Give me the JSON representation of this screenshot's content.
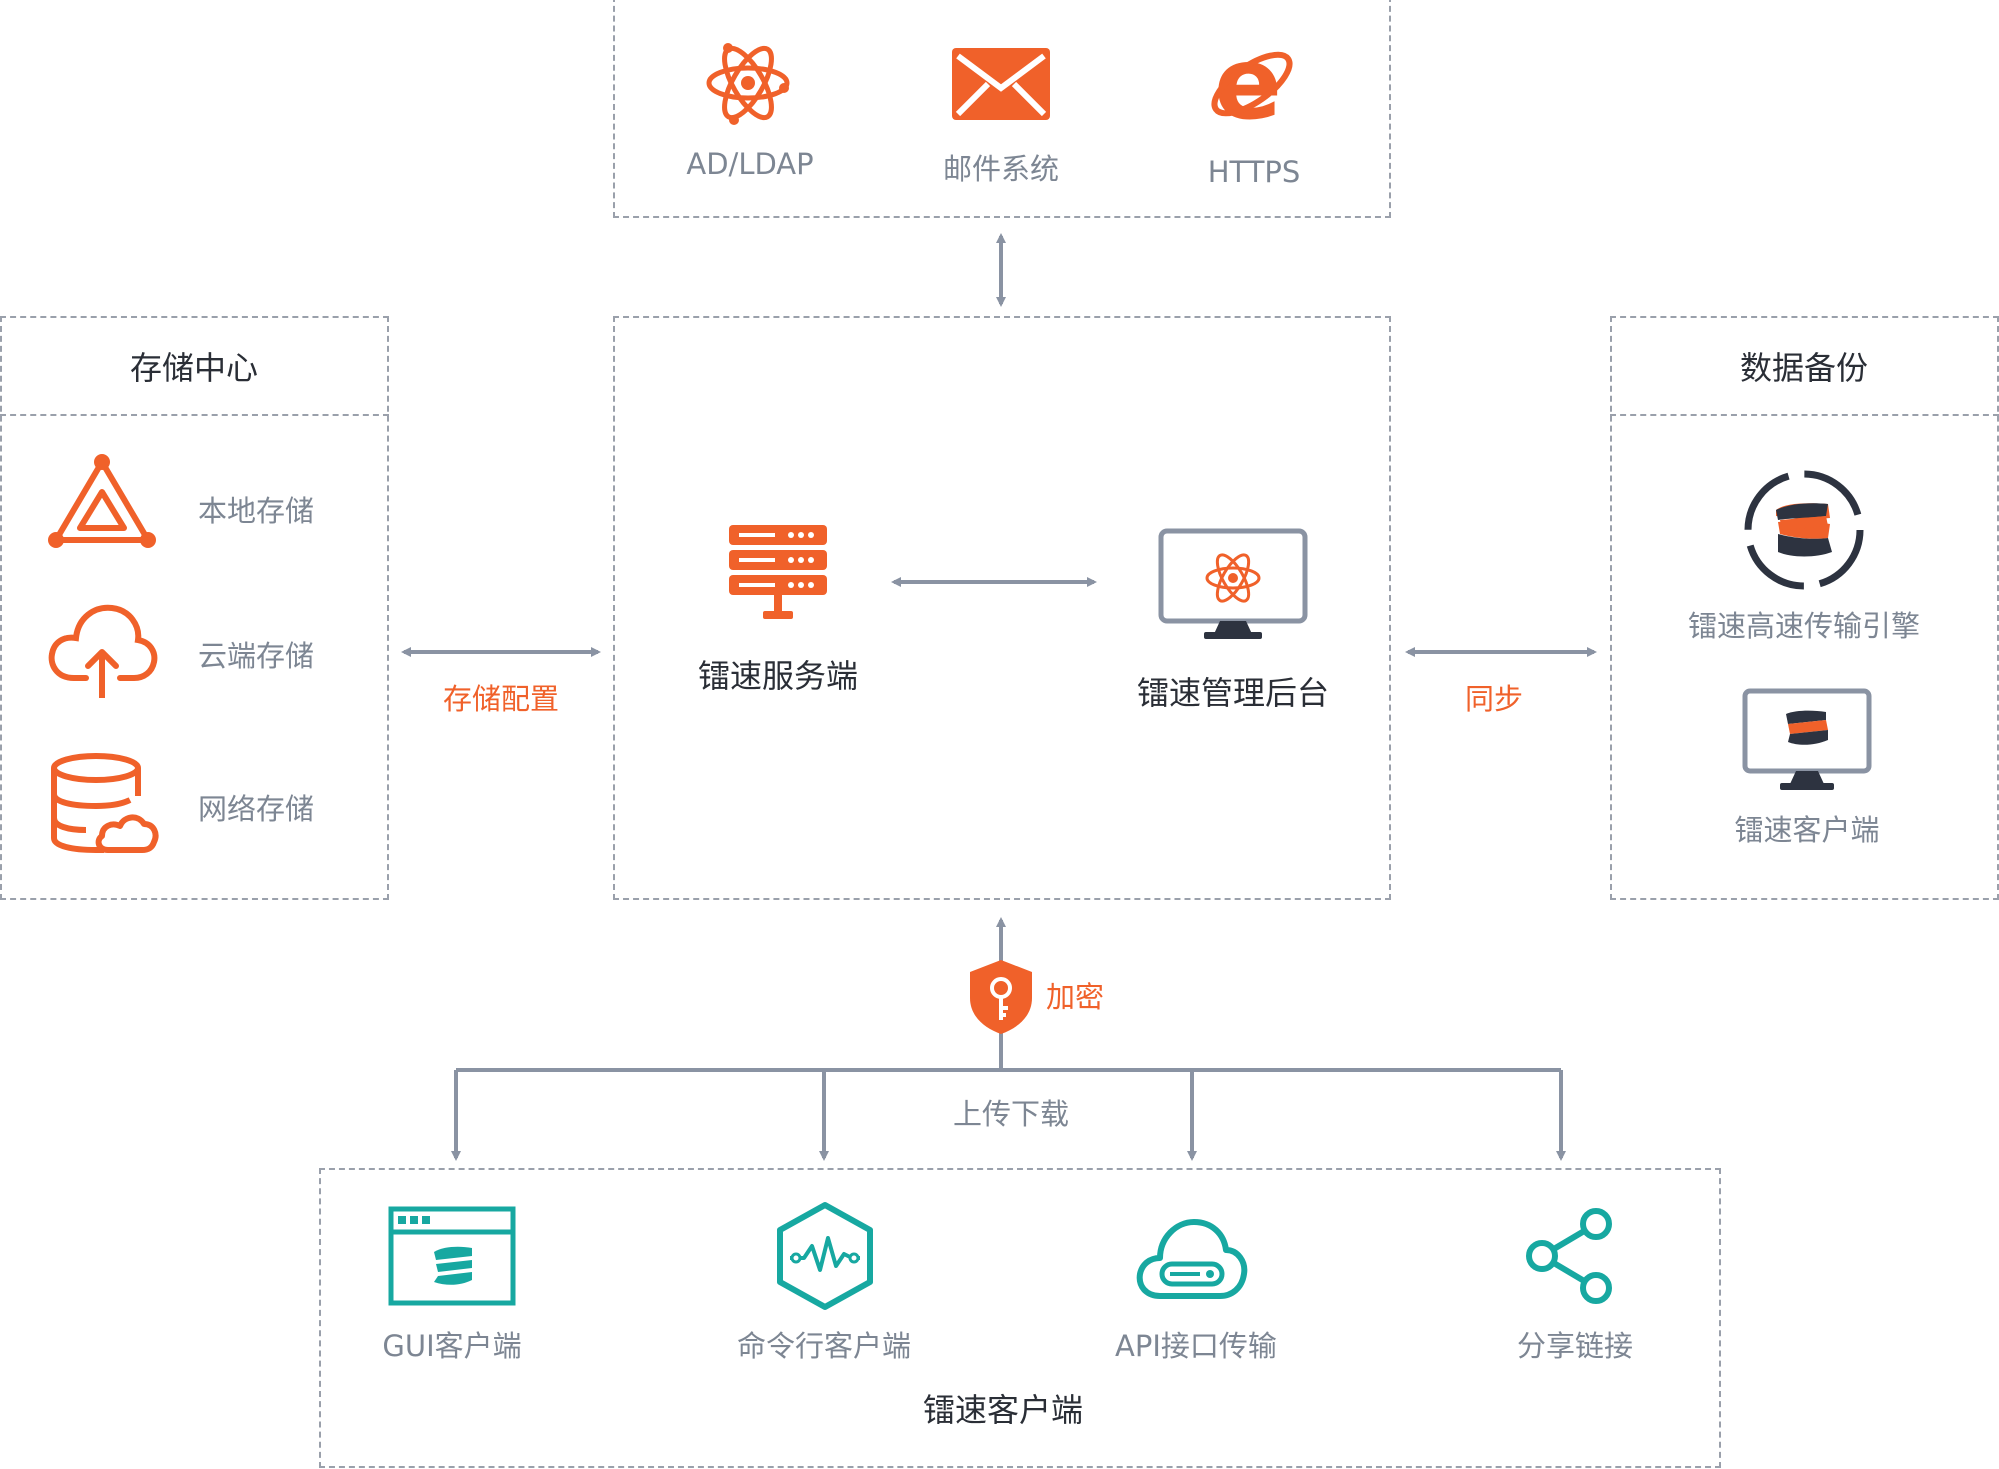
{
  "colors": {
    "accent": "#f0612a",
    "teal": "#17a8a1",
    "connector": "#8a93a3",
    "icon_dark": "#2d3340",
    "border": "#9aa0ab"
  },
  "top_services": {
    "items": [
      {
        "label": "AD/LDAP",
        "icon": "atom-icon"
      },
      {
        "label": "邮件系统",
        "icon": "mail-icon"
      },
      {
        "label": "HTTPS",
        "icon": "ie-browser-icon"
      }
    ]
  },
  "storage": {
    "title": "存储中心",
    "items": [
      {
        "label": "本地存储",
        "icon": "local-storage-icon"
      },
      {
        "label": "云端存储",
        "icon": "cloud-upload-icon"
      },
      {
        "label": "网络存储",
        "icon": "network-storage-icon"
      }
    ],
    "link_label": "存储配置"
  },
  "center": {
    "server_label": "镭速服务端",
    "admin_label": "镭速管理后台"
  },
  "backup": {
    "title": "数据备份",
    "items": [
      {
        "label": "镭速高速传输引擎",
        "icon": "engine-logo-icon"
      },
      {
        "label": "镭速客户端",
        "icon": "monitor-logo-icon"
      }
    ],
    "link_label": "同步"
  },
  "security": {
    "encrypt_label": "加密",
    "transfer_label": "上传下载"
  },
  "clients": {
    "title": "镭速客户端",
    "items": [
      {
        "label": "GUI客户端",
        "icon": "gui-window-icon"
      },
      {
        "label": "命令行客户端",
        "icon": "command-line-icon"
      },
      {
        "label": "API接口传输",
        "icon": "api-cloud-icon"
      },
      {
        "label": "分享链接",
        "icon": "share-icon"
      }
    ]
  }
}
